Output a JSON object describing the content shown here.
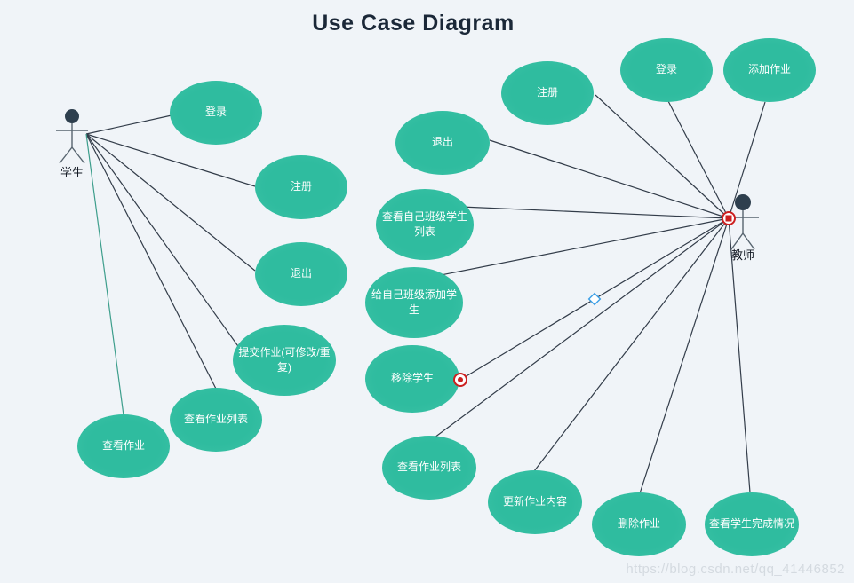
{
  "title": "Use Case Diagram",
  "watermark": "https://blog.csdn.net/qq_41446852",
  "colors": {
    "background": "#f0f4f8",
    "ellipse_fill": "#2fbc9f",
    "ellipse_text": "#ffffff",
    "connector_line": "#323c49",
    "accent_connector_line": "#3d9e8c",
    "actor_figure": "#2e3f4e",
    "selection_red": "#cc2020",
    "selection_blue": "#3b9fe6",
    "watermark_text": "#d4dae0",
    "title_text": "#1b2838"
  },
  "actors": [
    {
      "id": "student",
      "label": "学生"
    },
    {
      "id": "teacher",
      "label": "教师"
    }
  ],
  "use_cases": [
    {
      "id": "student-login",
      "label": "登录",
      "actor": "student"
    },
    {
      "id": "student-register",
      "label": "注册",
      "actor": "student"
    },
    {
      "id": "student-logout",
      "label": "退出",
      "actor": "student"
    },
    {
      "id": "student-submit-homework",
      "label": "提交作业(可修改/重复)",
      "actor": "student"
    },
    {
      "id": "student-view-homework-list",
      "label": "查看作业列表",
      "actor": "student"
    },
    {
      "id": "student-view-homework",
      "label": "查看作业",
      "actor": "student"
    },
    {
      "id": "teacher-register",
      "label": "注册",
      "actor": "teacher"
    },
    {
      "id": "teacher-logout",
      "label": "退出",
      "actor": "teacher"
    },
    {
      "id": "teacher-view-class-student-list",
      "label": "查看自己班级学生列表",
      "actor": "teacher"
    },
    {
      "id": "teacher-add-class-students",
      "label": "给自己班级添加学生",
      "actor": "teacher"
    },
    {
      "id": "teacher-remove-student",
      "label": "移除学生",
      "actor": "teacher"
    },
    {
      "id": "teacher-view-homework-list",
      "label": "查看作业列表",
      "actor": "teacher"
    },
    {
      "id": "teacher-update-homework",
      "label": "更新作业内容",
      "actor": "teacher"
    },
    {
      "id": "teacher-delete-homework",
      "label": "删除作业",
      "actor": "teacher"
    },
    {
      "id": "teacher-view-student-completion",
      "label": "查看学生完成情况",
      "actor": "teacher"
    },
    {
      "id": "teacher-login",
      "label": "登录",
      "actor": "teacher"
    },
    {
      "id": "teacher-add-homework",
      "label": "添加作业",
      "actor": "teacher"
    }
  ]
}
